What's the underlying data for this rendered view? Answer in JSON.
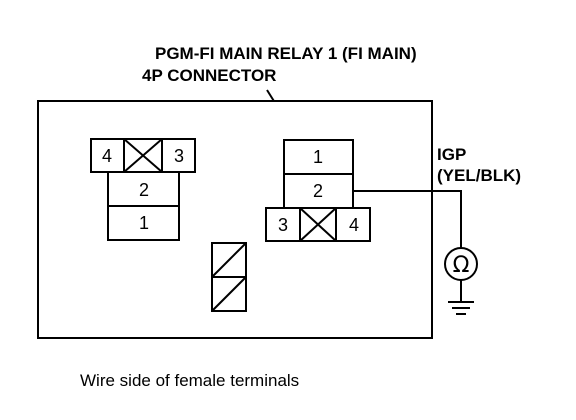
{
  "title": {
    "line1": "PGM-FI MAIN RELAY 1 (FI MAIN)",
    "line2": "4P CONNECTOR"
  },
  "probe": {
    "name": "IGP",
    "wire": "(YEL/BLK)",
    "meter_symbol": "Ω"
  },
  "left_connector": {
    "top_left": "4",
    "top_right": "3",
    "mid": "2",
    "bottom": "1"
  },
  "relay_connector": {
    "top": "1",
    "mid": "2",
    "bottom_left": "3",
    "bottom_right": "4"
  },
  "caption": "Wire side of female terminals"
}
